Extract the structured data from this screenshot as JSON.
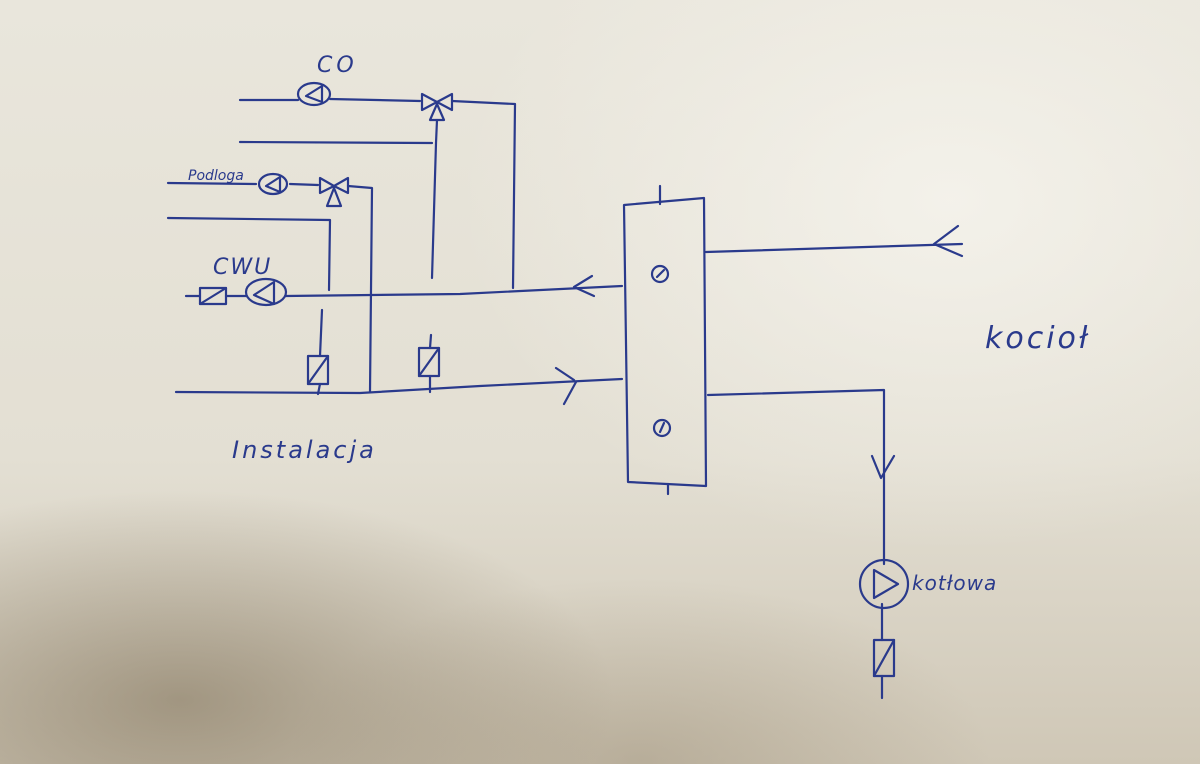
{
  "labels": {
    "co": "CO",
    "podloga": "Podloga",
    "cwu": "CWU",
    "instalacja": "Instalacja",
    "kociol": "kocioł",
    "kotlowa": "kotłowa"
  },
  "colors": {
    "ink": "#2a3a8c",
    "paper": "#e9e6dc"
  }
}
